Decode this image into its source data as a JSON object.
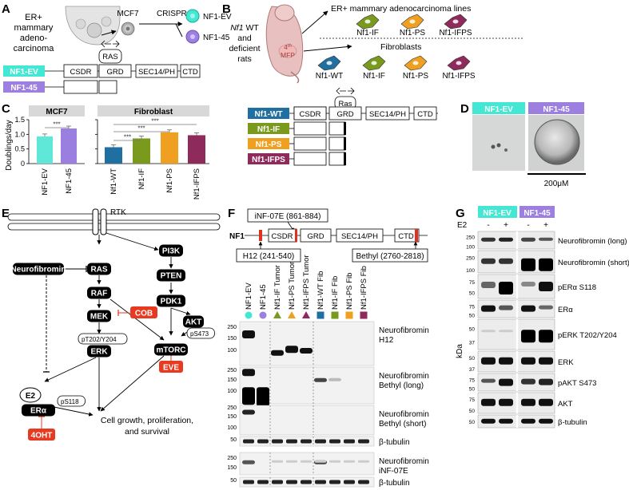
{
  "panels": {
    "A": {
      "letter": "A",
      "tissue": [
        "ER+",
        "mammary",
        "adeno-",
        "carcinoma"
      ],
      "cell_line": "MCF7",
      "method": "CRISPR",
      "lines": [
        "NF1-EV",
        "NF1-45"
      ],
      "ras": "RAS",
      "domains": [
        "CSDR",
        "GRD",
        "SEC14/PH",
        "CTD"
      ],
      "colors": {
        "ev": "#42e8d4",
        "mut": "#9d7fe0"
      }
    },
    "B": {
      "letter": "B",
      "rat_label_italic": "Nf1",
      "rat_label": [
        " WT",
        "and",
        "deficient",
        "rats"
      ],
      "mfp_sup": "th",
      "mfp": [
        "4",
        "MFP"
      ],
      "adeno_title": "ER+ mammary adenocarcinoma lines",
      "adeno_lines": [
        "Nf1-IF",
        "Nf1-PS",
        "Nf1-IFPS"
      ],
      "fibro_title": "Fibroblasts",
      "fibro_lines": [
        "Nf1-WT",
        "Nf1-IF",
        "Nf1-PS",
        "Nf1-IFPS"
      ],
      "ras": "Ras",
      "domains": [
        "CSDR",
        "GRD",
        "SEC14/PH",
        "CTD"
      ],
      "constructs": [
        "Nf1-WT",
        "Nf1-IF",
        "Nf1-PS",
        "Nf1-IFPS"
      ],
      "colors": {
        "wt": "#1f6fa0",
        "if": "#7a9a1e",
        "ps": "#f0a020",
        "ifps": "#8e2a5c"
      }
    },
    "C": {
      "letter": "C",
      "left_title": "MCF7",
      "right_title": "Fibroblast",
      "ylabel": "Doublings/day",
      "sig": "***"
    },
    "D": {
      "letter": "D",
      "labels": [
        "NF1-EV",
        "NF1-45"
      ],
      "scale": "200μM"
    },
    "E": {
      "letter": "E",
      "nodes": {
        "rtk": "RTK",
        "ras": "RAS",
        "raf": "RAF",
        "mek": "MEK",
        "erk": "ERK",
        "pi3k": "PI3K",
        "pten": "PTEN",
        "pdk1": "PDK1",
        "akt": "AKT",
        "mtorc": "mTORC",
        "neurofibromin": "Neurofibromin",
        "era": "ERα",
        "e2": "E2"
      },
      "phospho": {
        "erk": "pT202/Y204",
        "akt": "pS473",
        "era": "pS118"
      },
      "drugs": {
        "cob": "COB",
        "eve": "EVE",
        "oht": "4OHT"
      },
      "outcome": [
        "Cell growth, proliferation,",
        "and survival"
      ]
    },
    "F": {
      "letter": "F",
      "protein": "NF1",
      "domains": [
        "CSDR",
        "GRD",
        "SEC14/PH",
        "CTD"
      ],
      "antibodies": [
        "iNF-07E (861-884)",
        "H12 (241-540)",
        "Bethyl (2760-2818)"
      ],
      "lanes": [
        "NF1-EV",
        "NF1-45",
        "Nf1-IF Tumor",
        "Nf1-PS Tumor",
        "Nf1-IFPS Tumor",
        "Nf1-WT Fib",
        "Nf1-IF Fib",
        "Nf1-PS Fib",
        "Nf1-IFPS Fib"
      ],
      "blot_labels": [
        [
          "Neurofibromin",
          "H12"
        ],
        [
          "Neurofibromin",
          "Bethyl (long)"
        ],
        [
          "Neurofibromin",
          "Bethyl (short)"
        ],
        [
          "β-tubulin"
        ],
        [
          "Neurofibromin",
          "iNF-07E"
        ],
        [
          "β-tubulin"
        ]
      ],
      "mw": [
        "250",
        "150",
        "100",
        "250",
        "150",
        "100",
        "250",
        "150",
        "100",
        "50",
        "250",
        "150",
        "50"
      ]
    },
    "G": {
      "letter": "G",
      "groups": [
        "NF1-EV",
        "NF1-45"
      ],
      "treatment": "E2",
      "signs": [
        "-",
        "+",
        "-",
        "+"
      ],
      "unit": "kDa",
      "blots": [
        "Neurofibromin (long)",
        "Neurofibromin (short)",
        "pERα S118",
        "ERα",
        "pERK T202/Y204",
        "ERK",
        "pAKT S473",
        "AKT",
        "β-tubulin"
      ],
      "mw": [
        "250",
        "100",
        "250",
        "100",
        "75",
        "50",
        "75",
        "50",
        "50",
        "37",
        "50",
        "37",
        "75",
        "50",
        "75",
        "50",
        "50"
      ]
    }
  },
  "chart_data": [
    {
      "type": "bar",
      "title": "MCF7",
      "ylabel": "Doublings/day",
      "categories": [
        "NF1-EV",
        "NF1-45"
      ],
      "values": [
        0.93,
        1.2
      ],
      "ylim": [
        0,
        1.5
      ],
      "yticks": [
        "0",
        "0.5",
        "1.0",
        "1.5"
      ],
      "colors": [
        "#5fe8d8",
        "#9b7fe0"
      ],
      "significance": [
        [
          "NF1-EV",
          "NF1-45",
          "***"
        ]
      ]
    },
    {
      "type": "bar",
      "title": "Fibroblast",
      "ylabel": "Doublings/day",
      "categories": [
        "Nf1-WT",
        "Nf1-IF",
        "Nf1-PS",
        "Nf1-IFPS"
      ],
      "values": [
        0.56,
        0.86,
        1.07,
        0.97
      ],
      "ylim": [
        0,
        1.5
      ],
      "yticks": [
        "0",
        "0.5",
        "1.0",
        "1.5"
      ],
      "colors": [
        "#1f6fa0",
        "#7a9a1e",
        "#f0a020",
        "#8e2a5c"
      ],
      "significance": [
        [
          "Nf1-WT",
          "Nf1-IF",
          "***"
        ],
        [
          "Nf1-WT",
          "Nf1-PS",
          "***"
        ],
        [
          "Nf1-WT",
          "Nf1-IFPS",
          "***"
        ]
      ]
    }
  ]
}
